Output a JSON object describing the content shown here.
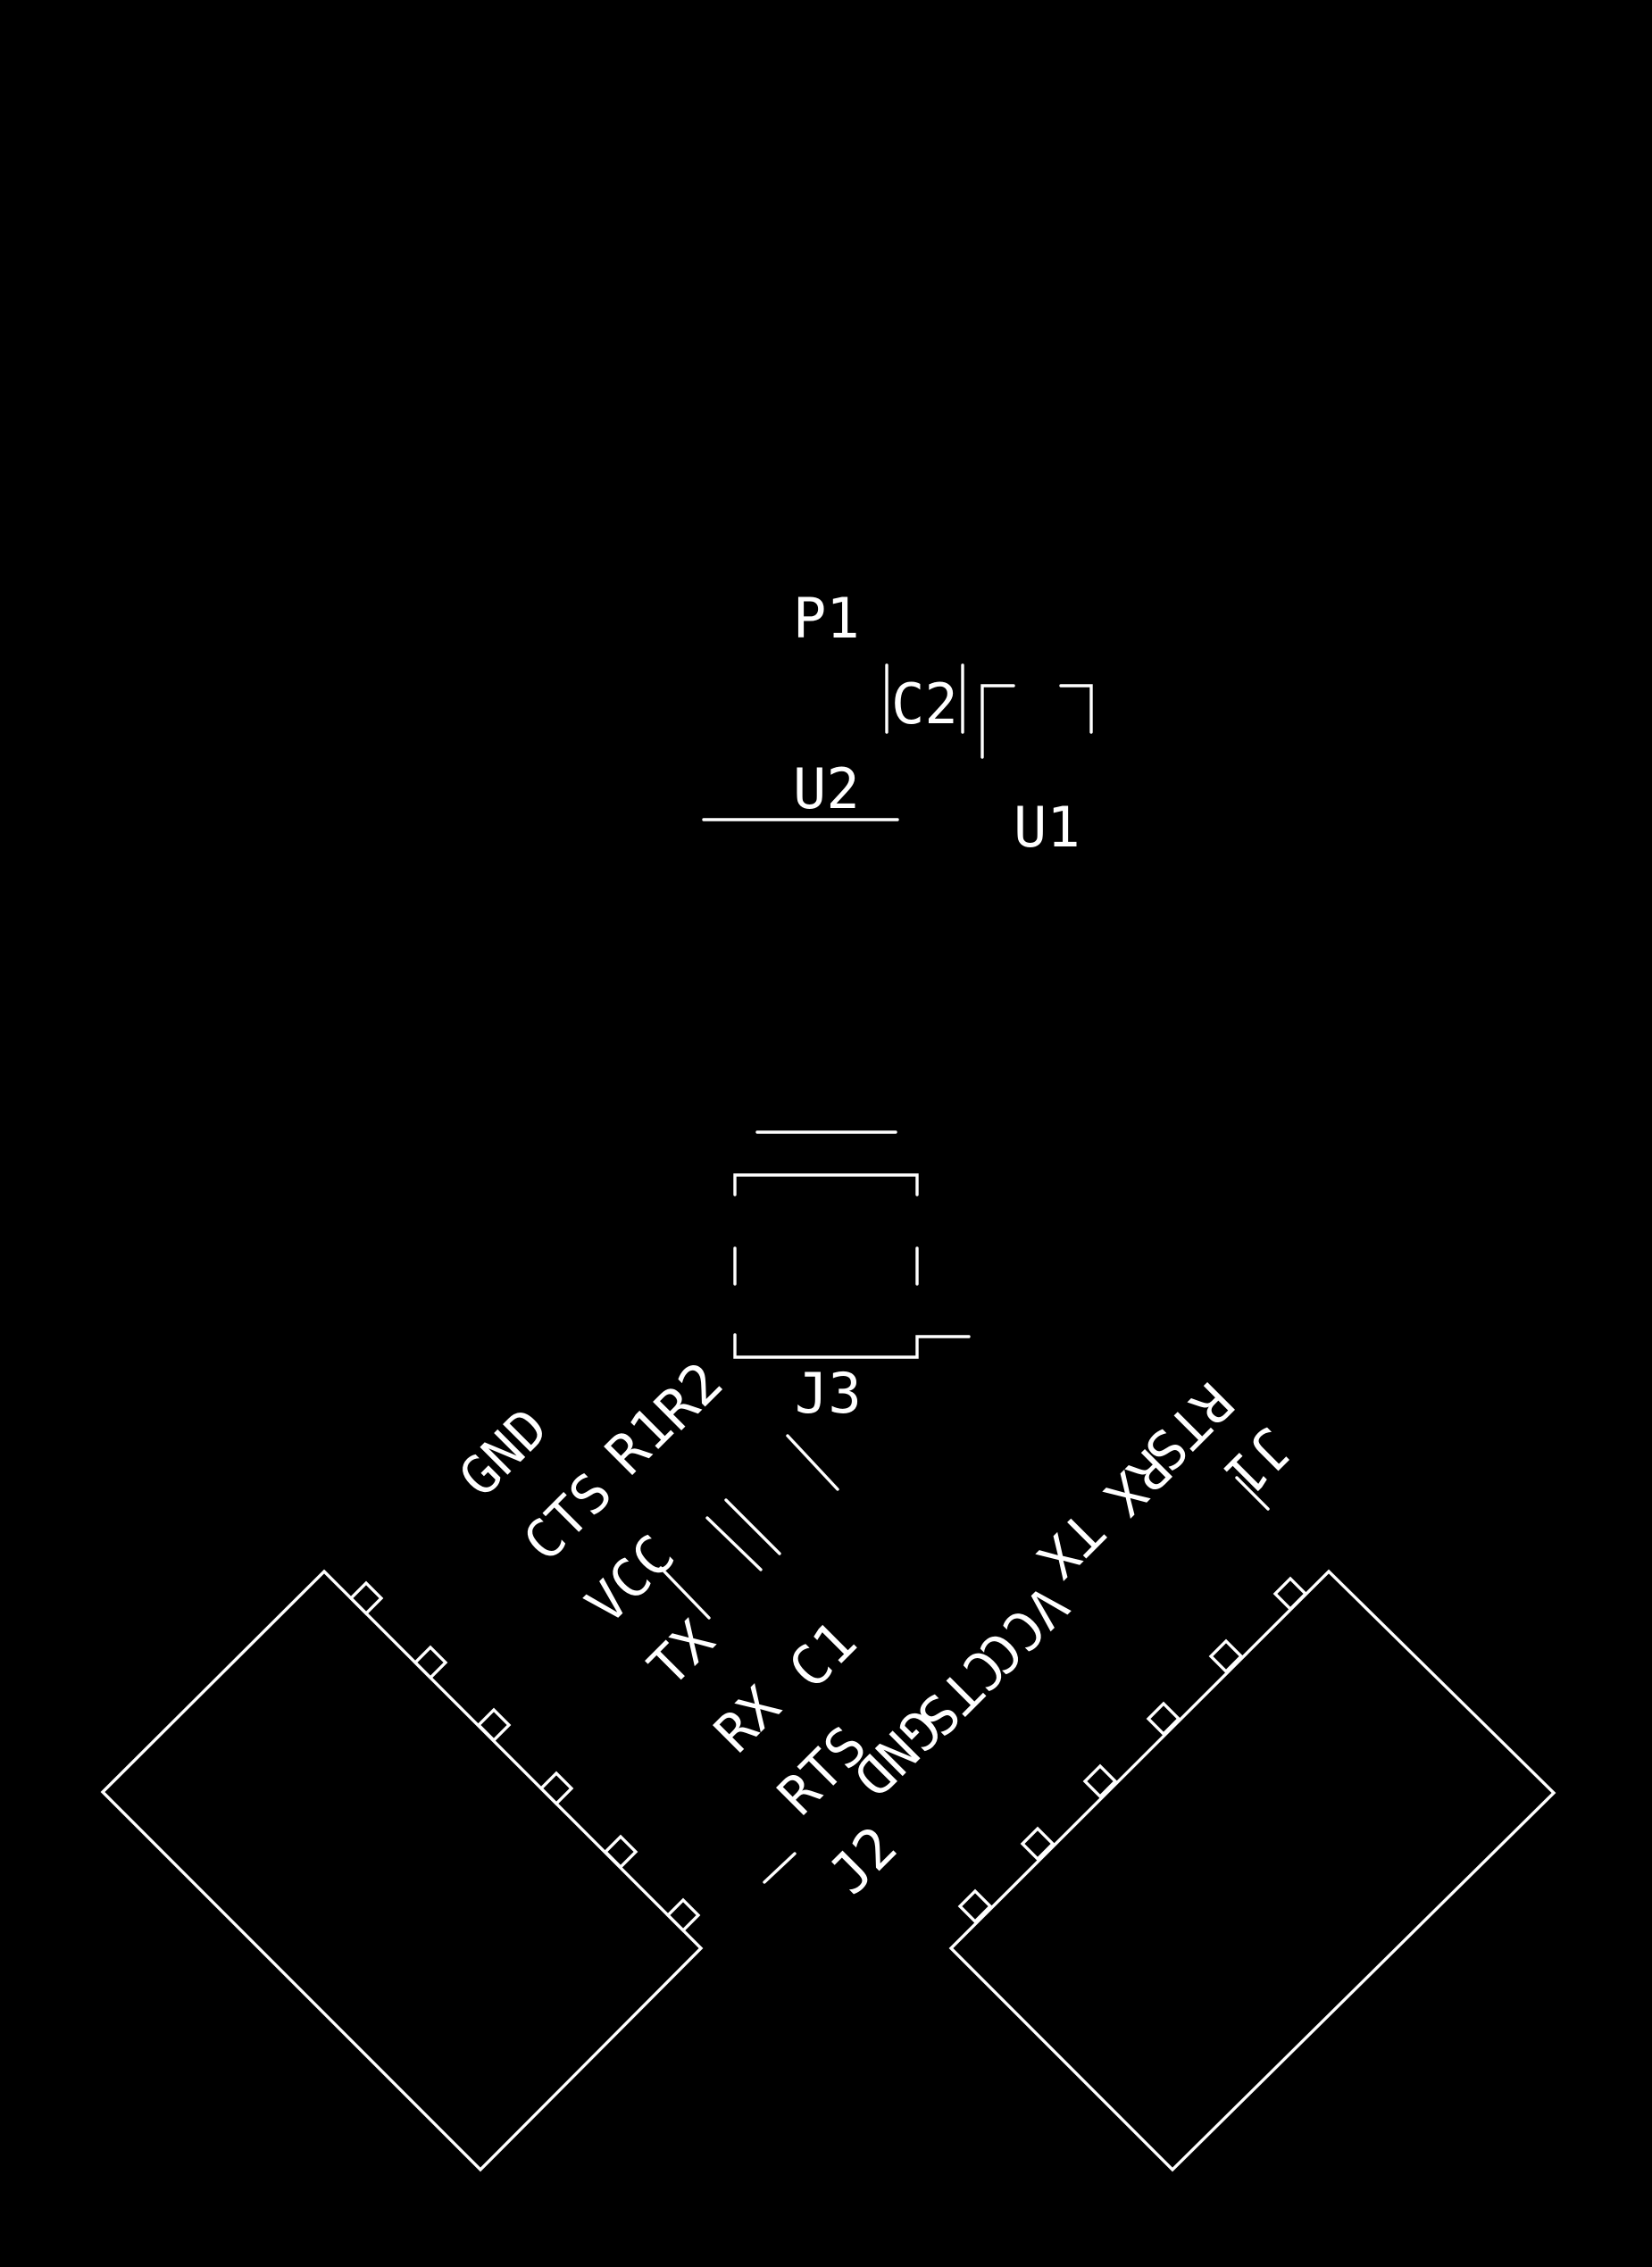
{
  "theme": {
    "background": "#000000",
    "silkscreen": "#ffffff"
  },
  "references": {
    "p1": "P1",
    "c2": "C2",
    "u2": "U2",
    "u1": "U1",
    "j3": "J3",
    "r1": "R1",
    "r2": "R2",
    "c1": "C1",
    "j1": "J1",
    "j2": "J2"
  },
  "j2_pins": {
    "gnd": "GND",
    "cts": "CTS",
    "vcc": "VCC",
    "tx": "TX",
    "rx": "RX",
    "rts": "RTS"
  },
  "j1_pins": {
    "gnd": "GND",
    "cts": "CTS",
    "vcc": "VCC",
    "tx": "TX",
    "rx": "RX",
    "rts": "RTS"
  }
}
